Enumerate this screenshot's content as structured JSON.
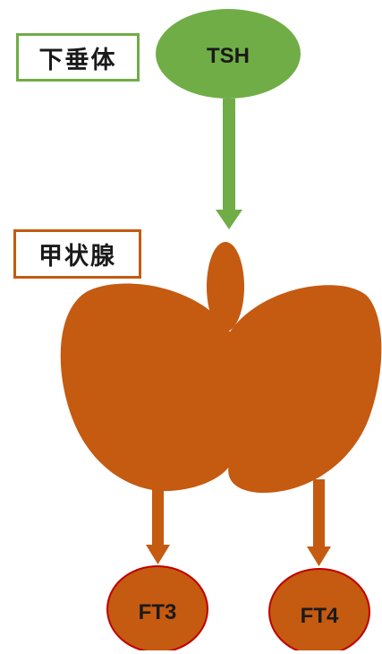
{
  "labels": {
    "pituitary": "下垂体",
    "thyroid": "甲状腺"
  },
  "nodes": {
    "tsh": "TSH",
    "ft3": "FT3",
    "ft4": "FT4"
  },
  "colors": {
    "pituitary": "#70ad47",
    "thyroid": "#c55a11",
    "hormone_fill": "#c55a11",
    "hormone_stroke": "#c00000"
  }
}
